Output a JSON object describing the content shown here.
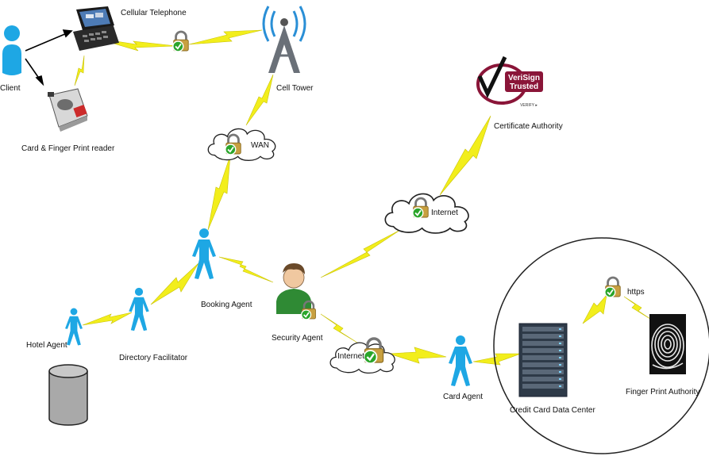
{
  "labels": {
    "client": "Client",
    "cellular_telephone": "Cellular Telephone",
    "card_reader": "Card & Finger Print reader",
    "cell_tower": "Cell Tower",
    "wan": "WAN",
    "certificate_authority": "Certificate Authority",
    "internet_top": "Internet",
    "booking_agent": "Booking Agent",
    "security_agent": "Security Agent",
    "hotel_agent": "Hotel Agent",
    "directory_facilitator": "Directory Facilitator",
    "internet_bottom": "Internet",
    "card_agent": "Card Agent",
    "https": "https",
    "credit_card_data_center": "Credit Card Data Center",
    "finger_print_authority": "Finger Print Authority"
  },
  "verisign": {
    "line1": "VeriSign",
    "line2": "Trusted",
    "line3": "VERIFY ▸"
  },
  "colors": {
    "agent": "#1ea7e4",
    "bolt": "#f2ee1c",
    "lock_body": "#c8a040",
    "check": "#2aa52a",
    "verisign": "#8a1538"
  }
}
